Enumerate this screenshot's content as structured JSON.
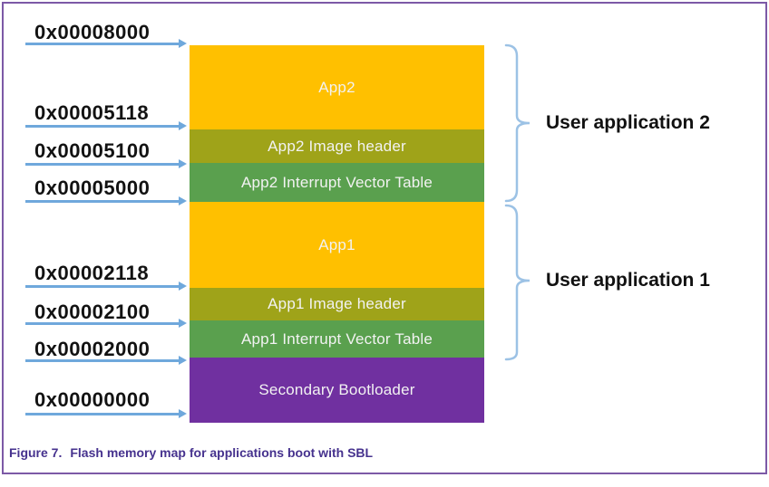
{
  "figure": {
    "caption_label": "Figure 7.",
    "caption_title": "Flash memory map for applications boot with SBL"
  },
  "memory_map": {
    "addresses": [
      "0x00008000",
      "0x00005118",
      "0x00005100",
      "0x00005000",
      "0x00002118",
      "0x00002100",
      "0x00002000",
      "0x00000000"
    ],
    "blocks": [
      {
        "label": "App2",
        "color": "#FFC000"
      },
      {
        "label": "App2 Image header",
        "color": "#9FA319"
      },
      {
        "label": "App2 Interrupt Vector Table",
        "color": "#5AA04E"
      },
      {
        "label": "App1",
        "color": "#FFC000"
      },
      {
        "label": "App1 Image header",
        "color": "#9FA319"
      },
      {
        "label": "App1 Interrupt Vector Table",
        "color": "#5AA04E"
      },
      {
        "label": "Secondary Bootloader",
        "color": "#7030A0"
      }
    ],
    "regions": [
      {
        "label": "User application 2"
      },
      {
        "label": "User application 1"
      }
    ]
  },
  "colors": {
    "arrow_blue": "#6FA8DC",
    "brace_blue": "#9CC2E5",
    "frame_purple": "#7C59A6",
    "caption_purple": "#46328E"
  }
}
